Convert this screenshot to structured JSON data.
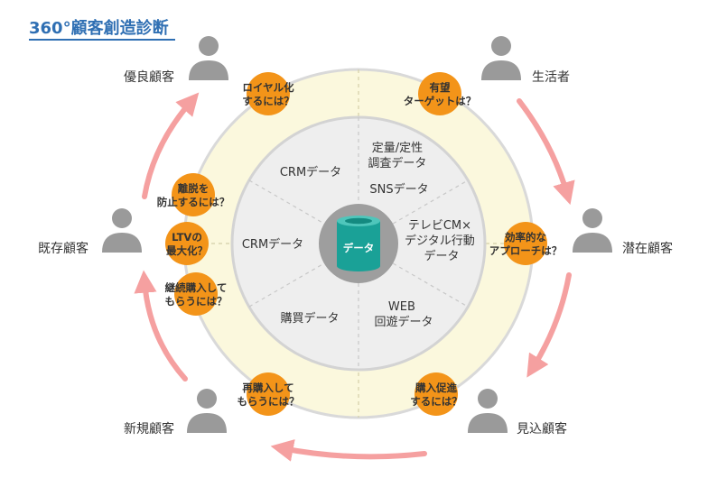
{
  "title": "360°顧客創造診断",
  "center": {
    "label": "データ"
  },
  "segments": {
    "top_left": [
      "CRMデータ"
    ],
    "top_right": [
      "定量/定性",
      "調査データ",
      "SNSデータ"
    ],
    "left": [
      "CRMデータ"
    ],
    "right": [
      "テレビCM×",
      "デジタル行動",
      "データ"
    ],
    "bottom_left": [
      "購買データ"
    ],
    "bottom_right": [
      "WEB",
      "回遊データ"
    ]
  },
  "customers": {
    "loyal": "優良顧客",
    "general": "生活者",
    "existing": "既存顧客",
    "potential": "潜在顧客",
    "new": "新規顧客",
    "prospect": "見込顧客"
  },
  "questions": {
    "loyalty": [
      "ロイヤル化",
      "するには？"
    ],
    "target": [
      "有望",
      "ターゲットは？"
    ],
    "churn": [
      "離脱を",
      "防止するには？"
    ],
    "ltv": [
      "LTVの",
      "最大化？"
    ],
    "continue": [
      "継続購入して",
      "もらうには？"
    ],
    "efficient": [
      "効率的な",
      "アプローチは？"
    ],
    "repurchase": [
      "再購入して",
      "もらうには？"
    ],
    "promote": [
      "購入促進",
      "するには？"
    ]
  },
  "colors": {
    "title": "#2f6fb3",
    "outer_ring": "#fbf8dd",
    "inner_ring": "#eeeeee",
    "ring_stroke": "#d9d9d9",
    "badge": "#f39419",
    "arrow": "#f5a0a0",
    "person": "#9a9a9a",
    "core": "#1aa197"
  },
  "icons": {
    "person": "person-silhouette-icon",
    "database": "database-cylinder-icon"
  }
}
